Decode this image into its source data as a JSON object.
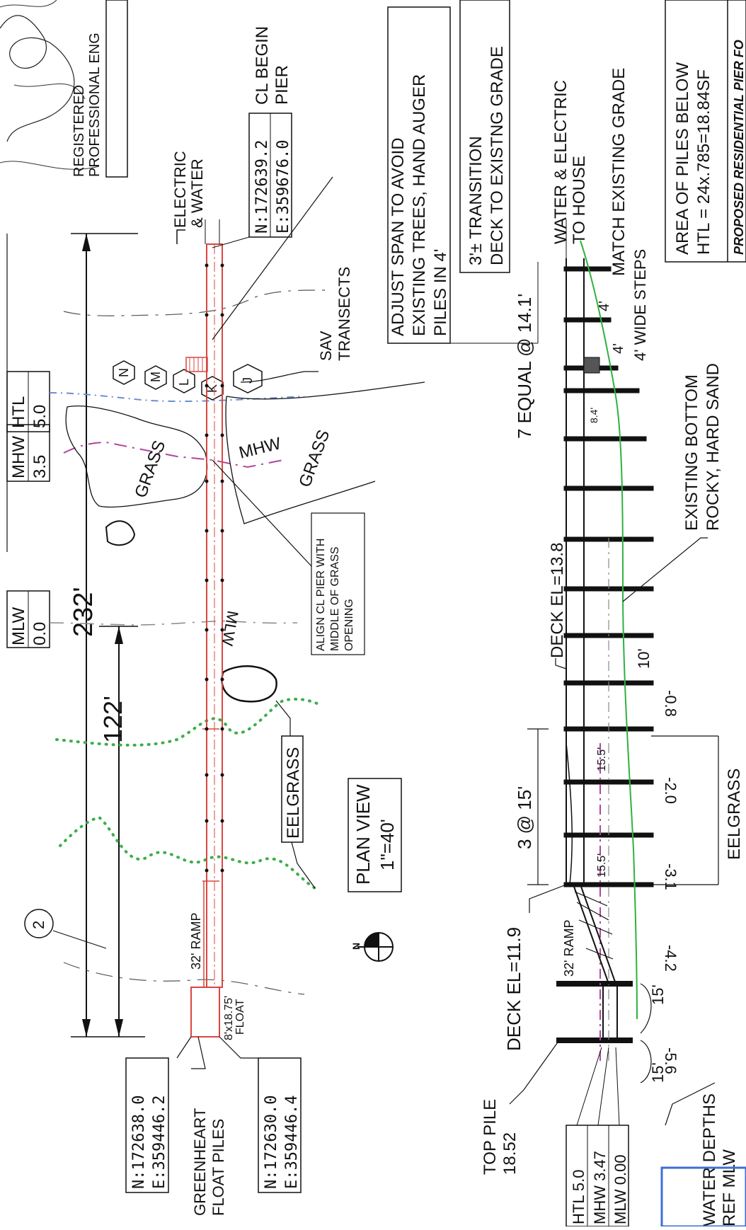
{
  "colors": {
    "pier": "#d9473f",
    "grade": "#2fb13f",
    "eelgrass_dots": "#3cae4a",
    "mhw_line": "#b0479a",
    "mlw_line": "#888888",
    "ink": "#111111",
    "stamp": "#3c6fd6"
  },
  "stamp": {
    "line1": "REGISTERED",
    "line2": "PROFESSIONAL ENG"
  },
  "plan": {
    "cl_begin_coords": "N:172639.2\nE:359676.0",
    "cl_begin_label": "CL BEGIN\nPIER",
    "electric_water": "ELECTRIC\n& WATER",
    "htl_tag": "HTL\n5.0",
    "mhw_tag": "MHW\n3.5",
    "mlw_tag": "MLW\n0.0",
    "dim_total": "232'",
    "dim_partial": "122'",
    "sav_transects": "SAV\nTRANSECTS",
    "transect_letters": [
      "N",
      "M",
      "L",
      "K",
      "J"
    ],
    "grass_1": "GRASS",
    "grass_2": "GRASS",
    "mhw_label": "MHW",
    "mlw_label": "MLW",
    "align_note": "ALIGN CL PIER WITH\nMIDDLE OF GRASS\nOPENING",
    "eelgrass": "EELGRASS",
    "plan_view_title": "PLAN VIEW",
    "plan_view_scale": "1\"=40'",
    "north_letter": "N",
    "detail_number": "2",
    "ramp_label": "32' RAMP",
    "float_label": "8'x18.75'\nFLOAT",
    "coords_left": "N:172638.0\nE:359446.2",
    "coords_right": "N:172630.0\nE:359446.4",
    "greenheart": "GREENHEART\nFLOAT PILES"
  },
  "notes": {
    "adjust_span": "ADJUST SPAN TO AVOID\nEXISTING TREES, HAND AUGER\nPILES IN 4'",
    "transition": "3'± TRANSITION\nDECK TO EXISTNG GRADE",
    "water_electric_house": "WATER & ELECTRIC\nTO HOUSE",
    "match_grade": "MATCH EXISTING GRADE",
    "wide_steps": "4' WIDE STEPS",
    "area_piles": "AREA OF PILES BELOW\nHTL = 24x.785=18.84SF",
    "proposed": "PROPOSED RESIDENTIAL PIER FO"
  },
  "section": {
    "equal_spans": "7 EQUAL @ 14.1'",
    "deck_el_upper": "DECK EL=13.8",
    "three_at": "3 @ 15'",
    "existing_bottom": "EXISTING BOTTOM\nROCKY, HARD SAND",
    "deck_el_lower": "DECK EL=11.9",
    "ramp": "32' RAMP",
    "top_pile": "TOP PILE\n18.52",
    "htl": "HTL 5.0",
    "mhw": "MHW 3.47",
    "mlw": "MLW 0.00",
    "water_depths": "WATER DEPTHS\nREF MLW",
    "eelgrass": "EELGRASS",
    "small_dims": [
      "4'",
      "4'",
      "8.4'",
      "10'",
      "15.5'",
      "15.5'",
      "15'",
      "15'"
    ],
    "depths": [
      "-0.8",
      "-2.0",
      "-3.1",
      "-4.2",
      "-5.6"
    ]
  }
}
